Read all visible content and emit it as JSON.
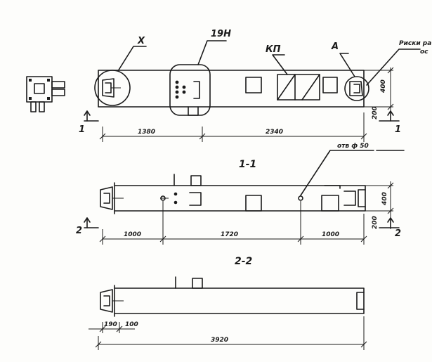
{
  "labels": {
    "x": "X",
    "n19": "19H",
    "kp": "КП",
    "a": "А",
    "risk_line1": "Риски ра",
    "risk_line2": "ос",
    "hole": "отв ф 50"
  },
  "sections": {
    "s11": "1-1",
    "s22": "2-2",
    "cut1": "1",
    "cut2": "2"
  },
  "dims": {
    "d1380": "1380",
    "d2340": "2340",
    "d400a": "400",
    "d200a": "200",
    "d1000a": "1000",
    "d1720": "1720",
    "d1000b": "1000",
    "d400b": "400",
    "d200b": "200",
    "d190": "190",
    "d100": "100",
    "d3920": "3920"
  }
}
